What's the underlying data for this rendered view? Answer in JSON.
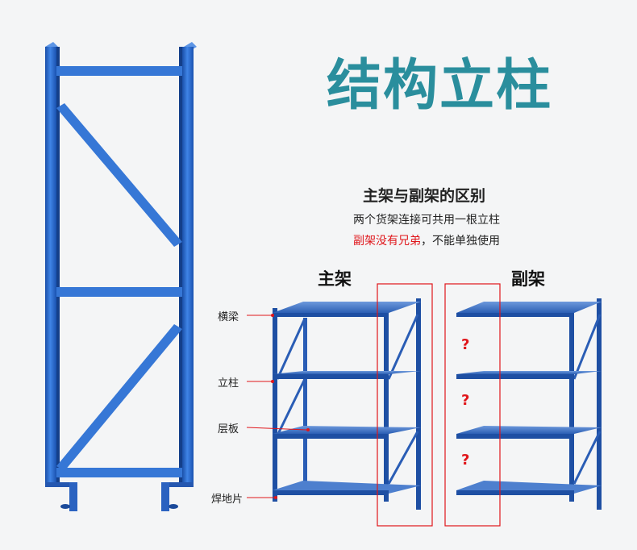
{
  "heading": {
    "title": "结构立柱"
  },
  "section": {
    "subtitle": "主架与副架的区别",
    "line1": "两个货架连接可共用一根立柱",
    "line2_red": "副架没有兄弟",
    "line2_rest": "，不能单独使用"
  },
  "racks": {
    "main_label": "主架",
    "sub_label": "副架"
  },
  "callouts": [
    "横梁",
    "立柱",
    "层板",
    "焊地片"
  ],
  "question_mark": "?",
  "colors": {
    "frame_blue": "#1e60c6",
    "title_teal": "#2a8e9d",
    "highlight_red": "#e0161b"
  }
}
